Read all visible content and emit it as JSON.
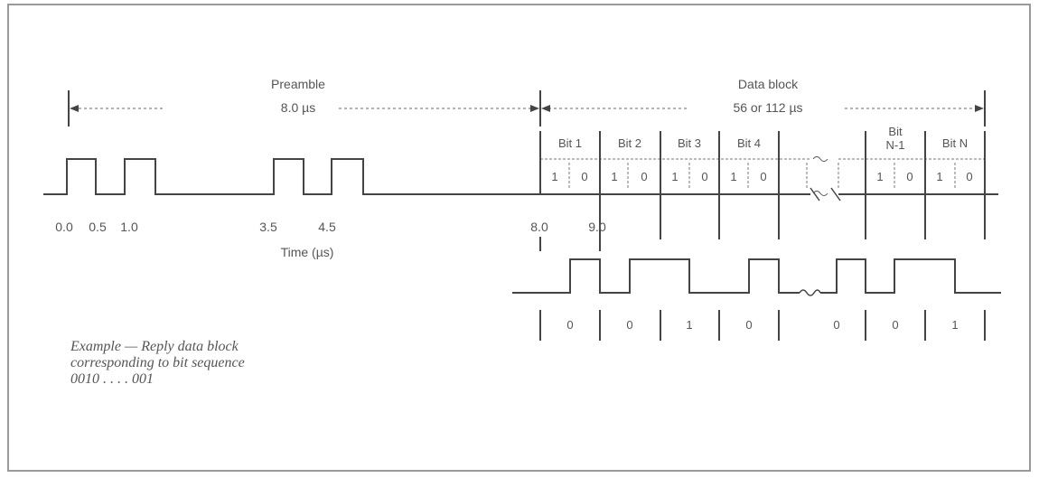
{
  "preamble": {
    "label": "Preamble",
    "duration": "8.0 µs"
  },
  "data_block": {
    "label": "Data block",
    "duration": "56 or 112 µs"
  },
  "time_axis": {
    "label": "Time (µs)",
    "ticks": [
      "0.0",
      "0.5",
      "1.0",
      "3.5",
      "4.5",
      "8.0",
      "9.0"
    ]
  },
  "bits": [
    "Bit 1",
    "Bit 2",
    "Bit 3",
    "Bit 4",
    "Bit N-1",
    "Bit N"
  ],
  "chip_values": [
    "1",
    "0",
    "1",
    "0",
    "1",
    "0",
    "1",
    "0",
    "1",
    "0",
    "1",
    "0"
  ],
  "example_bits": [
    "0",
    "0",
    "1",
    "0",
    "0",
    "0",
    "1"
  ],
  "caption": {
    "lines": [
      "Example — Reply data block",
      "corresponding to bit sequence",
      "0010 . . . . 001"
    ]
  },
  "colors": {
    "line": "#444444",
    "text": "#555555",
    "border": "#9a9a9a"
  }
}
